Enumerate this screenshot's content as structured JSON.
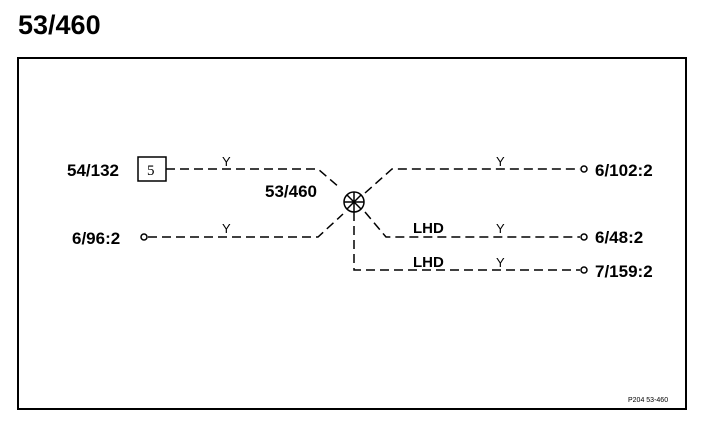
{
  "title": "53/460",
  "diagram": {
    "center_label": "53/460",
    "connectors": {
      "left_top": "54/132",
      "left_top_box": "5",
      "left_bottom": "6/96:2",
      "right_1": "6/102:2",
      "right_2": "6/48:2",
      "right_3": "7/159:2"
    },
    "wire_labels": {
      "left_top": "Y",
      "left_bottom": "Y",
      "right_1": "Y",
      "right_2": "Y",
      "right_3": "Y"
    },
    "variant_labels": {
      "right_2": "LHD",
      "right_3": "LHD"
    },
    "reference": "P204 53-460"
  }
}
